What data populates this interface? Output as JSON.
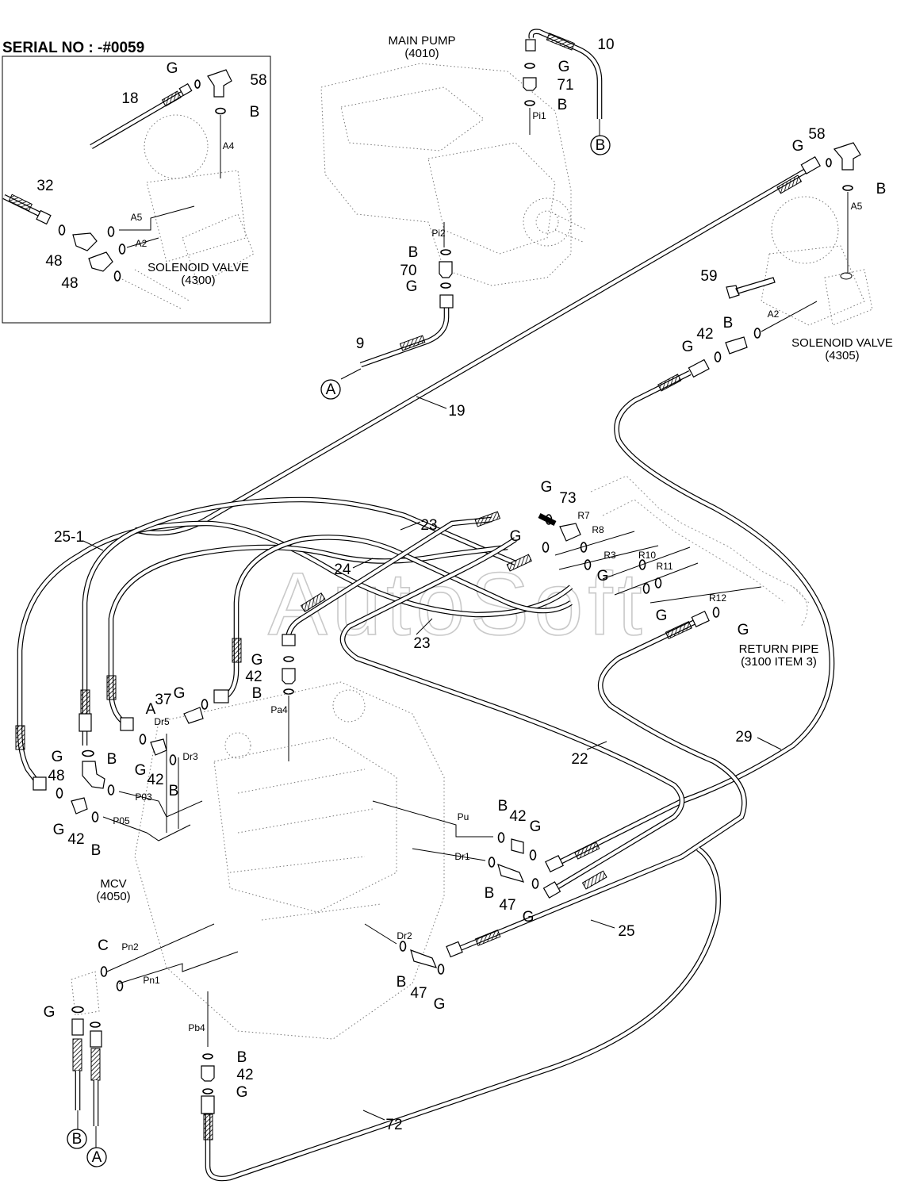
{
  "title": "SERIAL NO : -#0059",
  "watermark": "AutoSoft",
  "labels": [
    {
      "id": "main-pump",
      "text": "MAIN PUMP"
    },
    {
      "id": "main-pump-no",
      "text": "(4010)"
    },
    {
      "id": "sv-4300",
      "text": "SOLENOID VALVE"
    },
    {
      "id": "sv-4300-no",
      "text": "(4300)"
    },
    {
      "id": "sv-4305",
      "text": "SOLENOID VALVE"
    },
    {
      "id": "sv-4305-no",
      "text": "(4305)"
    },
    {
      "id": "mcv",
      "text": "MCV"
    },
    {
      "id": "mcv-no",
      "text": "(4050)"
    },
    {
      "id": "return-pipe",
      "text": "RETURN PIPE"
    },
    {
      "id": "return-pipe-no",
      "text": "(3100 ITEM 3)"
    },
    {
      "id": "p10",
      "text": "10"
    },
    {
      "id": "g10",
      "text": "G"
    },
    {
      "id": "p71",
      "text": "71"
    },
    {
      "id": "b71",
      "text": "B"
    },
    {
      "id": "pi1",
      "text": "Pi1"
    },
    {
      "id": "pi2",
      "text": "Pi2"
    },
    {
      "id": "b70",
      "text": "B"
    },
    {
      "id": "p70",
      "text": "70"
    },
    {
      "id": "g70",
      "text": "G"
    },
    {
      "id": "p9",
      "text": "9"
    },
    {
      "id": "p19",
      "text": "19"
    },
    {
      "id": "g-in-58",
      "text": "G"
    },
    {
      "id": "p18",
      "text": "18"
    },
    {
      "id": "p58-in",
      "text": "58"
    },
    {
      "id": "b-in-58",
      "text": "B"
    },
    {
      "id": "a4",
      "text": "A4"
    },
    {
      "id": "p32",
      "text": "32"
    },
    {
      "id": "a5-in",
      "text": "A5"
    },
    {
      "id": "a2-in",
      "text": "A2"
    },
    {
      "id": "p48-in1",
      "text": "48"
    },
    {
      "id": "p48-in2",
      "text": "48"
    },
    {
      "id": "g58",
      "text": "G"
    },
    {
      "id": "p58",
      "text": "58"
    },
    {
      "id": "b58",
      "text": "B"
    },
    {
      "id": "a5",
      "text": "A5"
    },
    {
      "id": "p59",
      "text": "59"
    },
    {
      "id": "b-a2",
      "text": "B"
    },
    {
      "id": "a2",
      "text": "A2"
    },
    {
      "id": "p42-sv",
      "text": "42"
    },
    {
      "id": "g42-sv",
      "text": "G"
    },
    {
      "id": "p25-1",
      "text": "25-1"
    },
    {
      "id": "p23a",
      "text": "23"
    },
    {
      "id": "p24",
      "text": "24"
    },
    {
      "id": "p23b",
      "text": "23"
    },
    {
      "id": "g73a",
      "text": "G"
    },
    {
      "id": "p73",
      "text": "73"
    },
    {
      "id": "r7",
      "text": "R7"
    },
    {
      "id": "g73b",
      "text": "G"
    },
    {
      "id": "r8",
      "text": "R8"
    },
    {
      "id": "r3",
      "text": "R3"
    },
    {
      "id": "g-r3",
      "text": "G"
    },
    {
      "id": "r10",
      "text": "R10"
    },
    {
      "id": "r11",
      "text": "R11"
    },
    {
      "id": "g-r11",
      "text": "G"
    },
    {
      "id": "r12",
      "text": "R12"
    },
    {
      "id": "g-r12",
      "text": "G"
    },
    {
      "id": "g-pa4",
      "text": "G"
    },
    {
      "id": "p42-pa4",
      "text": "42"
    },
    {
      "id": "b-pa4",
      "text": "B"
    },
    {
      "id": "pa4",
      "text": "Pa4"
    },
    {
      "id": "g37",
      "text": "G"
    },
    {
      "id": "a37",
      "text": "A"
    },
    {
      "id": "p37",
      "text": "37"
    },
    {
      "id": "dr5",
      "text": "Dr5"
    },
    {
      "id": "dr3",
      "text": "Dr3"
    },
    {
      "id": "g48",
      "text": "G"
    },
    {
      "id": "p48",
      "text": "48"
    },
    {
      "id": "b48",
      "text": "B"
    },
    {
      "id": "p03",
      "text": "P03"
    },
    {
      "id": "g42-dr",
      "text": "G"
    },
    {
      "id": "p42-dr",
      "text": "42"
    },
    {
      "id": "b42-dr",
      "text": "B"
    },
    {
      "id": "g42-p05",
      "text": "G"
    },
    {
      "id": "p42-p05",
      "text": "42"
    },
    {
      "id": "b42-p05",
      "text": "B"
    },
    {
      "id": "p05",
      "text": "P05"
    },
    {
      "id": "p22",
      "text": "22"
    },
    {
      "id": "p29",
      "text": "29"
    },
    {
      "id": "p25",
      "text": "25"
    },
    {
      "id": "p72",
      "text": "72"
    },
    {
      "id": "pu",
      "text": "Pu"
    },
    {
      "id": "b42-pu",
      "text": "B"
    },
    {
      "id": "p42-pu",
      "text": "42"
    },
    {
      "id": "g42-pu",
      "text": "G"
    },
    {
      "id": "dr1",
      "text": "Dr1"
    },
    {
      "id": "b47a",
      "text": "B"
    },
    {
      "id": "p47a",
      "text": "47"
    },
    {
      "id": "g47a",
      "text": "G"
    },
    {
      "id": "dr2",
      "text": "Dr2"
    },
    {
      "id": "b47b",
      "text": "B"
    },
    {
      "id": "p47b",
      "text": "47"
    },
    {
      "id": "g47b",
      "text": "G"
    },
    {
      "id": "c",
      "text": "C"
    },
    {
      "id": "pn2",
      "text": "Pn2"
    },
    {
      "id": "pn1",
      "text": "Pn1"
    },
    {
      "id": "g-pn",
      "text": "G"
    },
    {
      "id": "pb4",
      "text": "Pb4"
    },
    {
      "id": "b42-pb4",
      "text": "B"
    },
    {
      "id": "p42-pb4",
      "text": "42"
    },
    {
      "id": "g42-pb4",
      "text": "G"
    }
  ],
  "callouts": [
    {
      "id": "cb-top",
      "text": "B"
    },
    {
      "id": "ca-mid",
      "text": "A"
    },
    {
      "id": "cb-bot",
      "text": "B"
    },
    {
      "id": "ca-bot",
      "text": "A"
    }
  ]
}
